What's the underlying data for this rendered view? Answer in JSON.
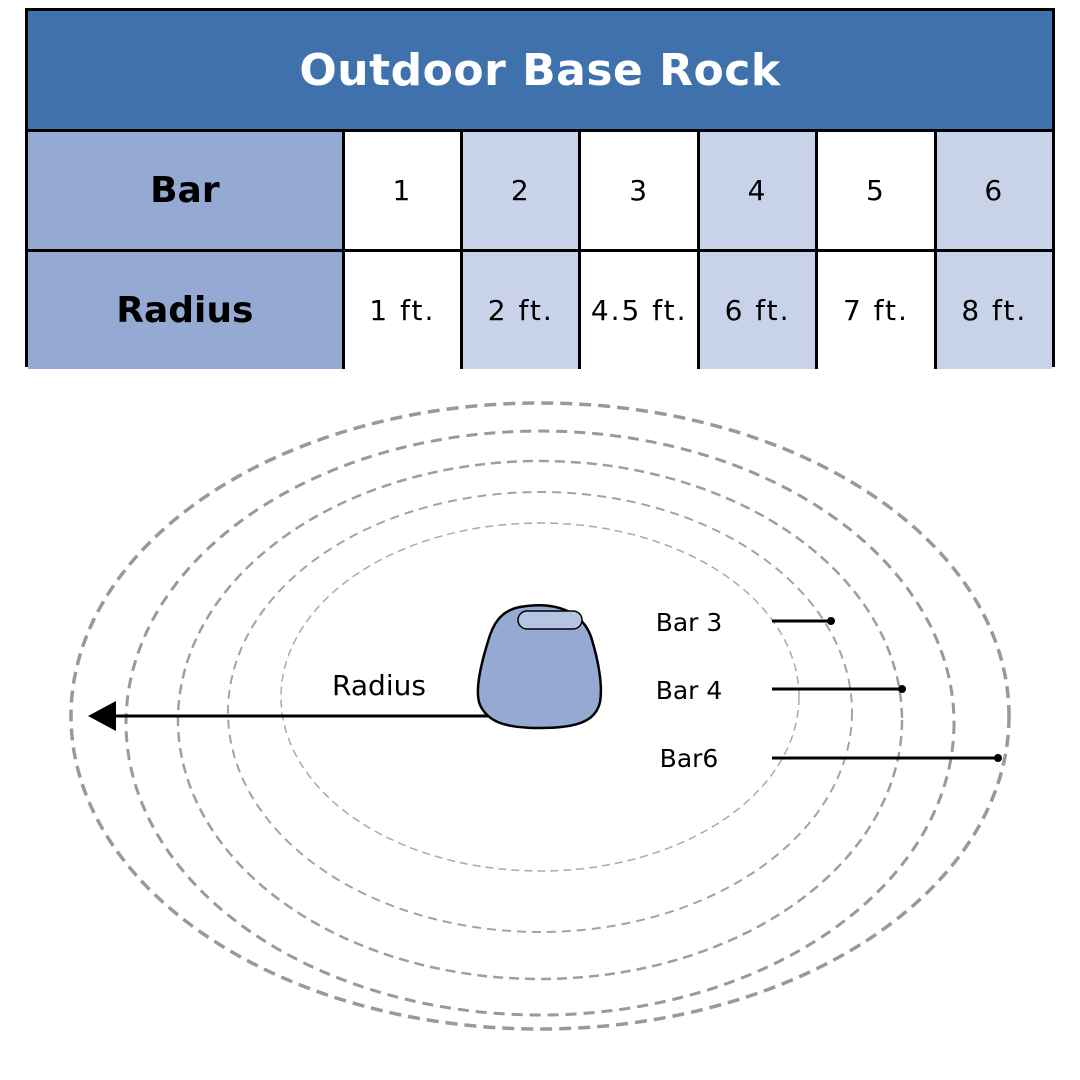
{
  "table": {
    "title": "Outdoor Base Rock",
    "row_headers": {
      "bar": "Bar",
      "radius": "Radius"
    },
    "bars": [
      "1",
      "2",
      "3",
      "4",
      "5",
      "6"
    ],
    "radii": [
      "1 ft.",
      "2 ft.",
      "4.5 ft.",
      "6 ft.",
      "7 ft.",
      "8 ft."
    ],
    "colors": {
      "title_bg": "#3f72ad",
      "header_bg": "#95aad2",
      "alt_bg": "#c8d2e8",
      "white_bg": "#ffffff"
    }
  },
  "diagram": {
    "radius_label": "Radius",
    "bar_labels": [
      "Bar 3",
      "Bar 4",
      "Bar6"
    ],
    "rock_color": "#95aad2",
    "ring_color": "#999999"
  }
}
